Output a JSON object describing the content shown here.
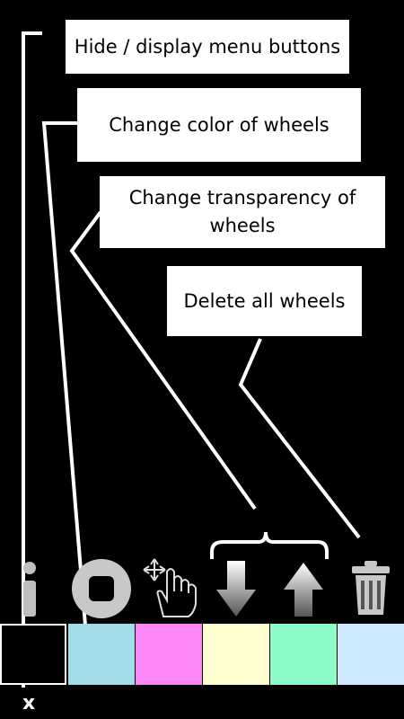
{
  "callouts": {
    "menu": "Hide / display menu buttons",
    "color": "Change color of wheels",
    "transparency": "Change transparency of wheels",
    "delete": "Delete all wheels"
  },
  "toolbar": {
    "icons": [
      "info-icon",
      "wheel-icon",
      "move-hand-icon",
      "arrow-down-icon",
      "arrow-up-icon",
      "trash-icon"
    ]
  },
  "swatches": {
    "colors": [
      "#000000",
      "#a3dde9",
      "#ff88f8",
      "#fffed0",
      "#8dfbc8",
      "#cfeafe"
    ]
  },
  "close_label": "x"
}
